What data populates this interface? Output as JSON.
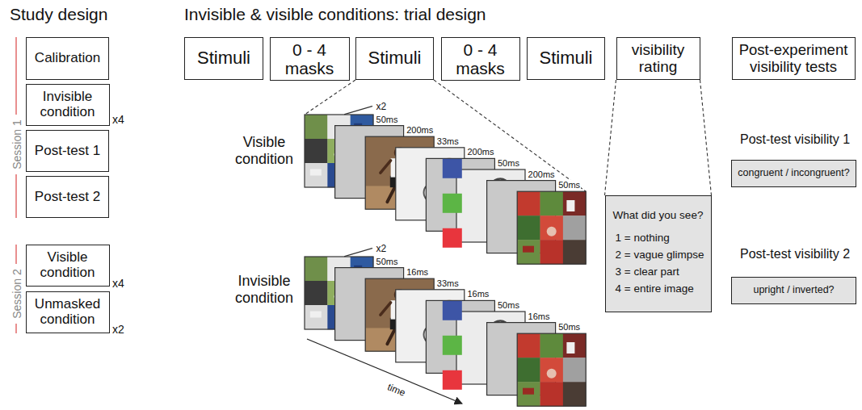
{
  "diagram": {
    "nodes": [
      {
        "text": [
          "Calibration"
        ]
      },
      {
        "text": [
          "Invisible condition"
        ]
      },
      {
        "text": [
          "Post-test 1"
        ]
      },
      {
        "text": [
          "Post-test 2"
        ]
      },
      {
        "text": [
          "Visible condition"
        ]
      },
      {
        "text": [
          "Unmasked condition"
        ]
      },
      {
        "text": [
          "Stimuli"
        ]
      },
      {
        "text": [
          "0 - 4 masks"
        ]
      },
      {
        "text": [
          "Stimuli"
        ]
      },
      {
        "text": [
          "0 - 4 masks"
        ]
      },
      {
        "text": [
          "Stimuli"
        ]
      },
      {
        "text": [
          "visibility rating"
        ]
      },
      {
        "text": [
          "Post-experiment visibility tests"
        ]
      },
      {
        "text": [
          "What did you see?",
          "1 = nothing",
          "2 = vague glimpse",
          "3 = clear part",
          "4 = entire image"
        ]
      },
      {
        "text": [
          "congruent / incongruent?"
        ]
      },
      {
        "text": [
          "upright / inverted?"
        ]
      }
    ],
    "edges": [
      {
        "from": 11,
        "to": 13,
        "arrow": "none"
      },
      {
        "from": 11,
        "to": 13,
        "arrow": "none"
      }
    ],
    "labels": [
      "Study design",
      "Invisible & visible conditions: trial design",
      "Session 1",
      "x4",
      "Session 2",
      "x4",
      "x2",
      "Visible condition",
      "Invisible condition",
      "50ms",
      "x2",
      "200ms",
      "33ms",
      "200ms",
      "50ms",
      "200ms",
      "50ms",
      "50ms",
      "x2",
      "16ms",
      "33ms",
      "16ms",
      "50ms",
      "16ms",
      "50ms",
      "time",
      "Post-test visibility 1",
      "Post-test visibility 2"
    ]
  }
}
